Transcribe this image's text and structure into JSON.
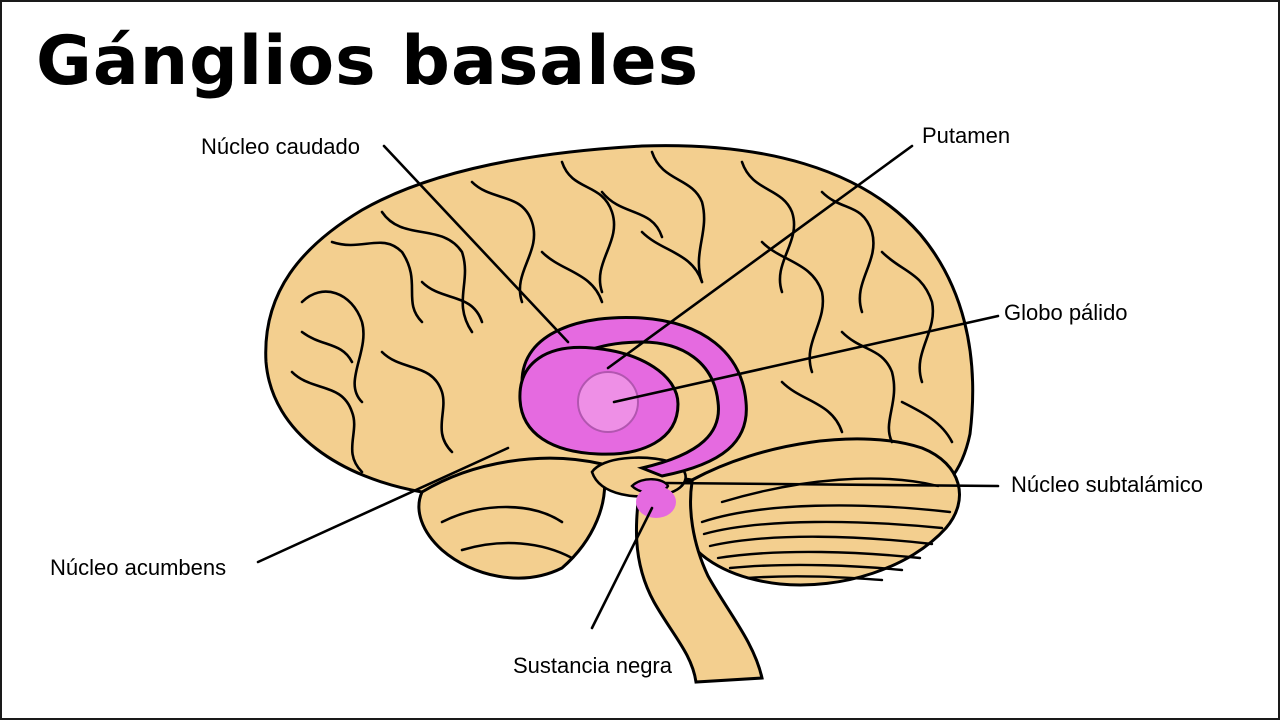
{
  "title": "Gánglios basales",
  "labels": {
    "caudate": "Núcleo caudado",
    "putamen": "Putamen",
    "globus_pallidus": "Globo pálido",
    "subthalamic": "Núcleo subtalámico",
    "accumbens": "Núcleo acumbens",
    "substantia_nigra": "Sustancia negra"
  },
  "colors": {
    "brain_fill": "#f3cf8f",
    "basal_ganglia": "#e56ae0",
    "globus_pallidus": "#ee8fe6",
    "outline": "#000000",
    "border": "#1a1a1a"
  }
}
